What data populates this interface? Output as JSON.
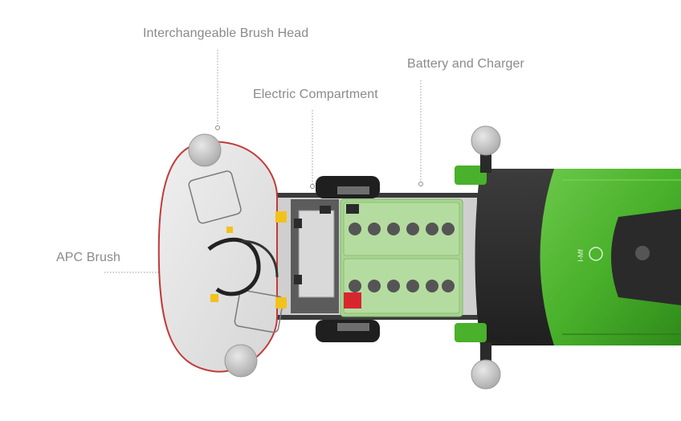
{
  "callouts": {
    "brush_head": "Interchangeable Brush Head",
    "electric": "Electric Compartment",
    "battery": "Battery and Charger",
    "apc": "APC Brush"
  },
  "machine": {
    "badge_text": "I-Mf",
    "colors": {
      "body_green": "#49b12b",
      "dark_shell": "#2f2f2f",
      "battery_green": "#b5dca0",
      "brush_deck": "#e4e4e4",
      "leader_line": "#9a9a9a",
      "label_gray": "#8a8a8a"
    }
  }
}
